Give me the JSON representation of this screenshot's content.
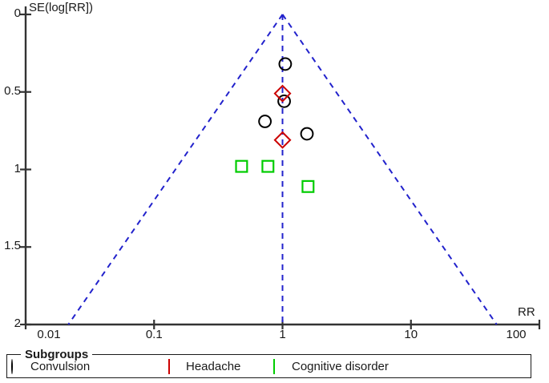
{
  "chart_data": {
    "type": "scatter",
    "title": "",
    "xlabel": "RR",
    "ylabel": "SE(log[RR])",
    "xscale": "log",
    "xlim": [
      0.01,
      100
    ],
    "ylim": [
      0,
      2
    ],
    "y_inverted": true,
    "grid": false,
    "xticks": [
      "0.01",
      "0.1",
      "1",
      "10",
      "100"
    ],
    "xtick_values": [
      0.01,
      0.1,
      1,
      10,
      100
    ],
    "yticks": [
      "0",
      "0.5",
      "1",
      "1.5",
      "2"
    ],
    "ytick_values": [
      0,
      0.5,
      1,
      1.5,
      2
    ],
    "funnel": {
      "center_rr": 1.0,
      "apex_se": 0.0,
      "base_se": 2.0,
      "left_base_rr": 0.0215,
      "right_base_rr": 46.5,
      "line_color": "#2222cc",
      "line_style": "dashed"
    },
    "series": [
      {
        "name": "Convulsion",
        "marker": "circle",
        "color": "#000000",
        "points": [
          {
            "rr": 1.05,
            "se": 0.32
          },
          {
            "rr": 1.03,
            "se": 0.56
          },
          {
            "rr": 0.73,
            "se": 0.69
          },
          {
            "rr": 1.55,
            "se": 0.77
          }
        ]
      },
      {
        "name": "Headache",
        "marker": "diamond",
        "color": "#cc0000",
        "points": [
          {
            "rr": 1.0,
            "se": 0.51
          },
          {
            "rr": 1.0,
            "se": 0.81
          }
        ]
      },
      {
        "name": "Cognitive disorder",
        "marker": "square",
        "color": "#00cc00",
        "points": [
          {
            "rr": 0.48,
            "se": 0.98
          },
          {
            "rr": 0.77,
            "se": 0.98
          },
          {
            "rr": 1.58,
            "se": 1.11
          }
        ]
      }
    ]
  },
  "legend": {
    "title": "Subgroups",
    "entries": [
      {
        "label": "Convulsion",
        "marker": "circle-marker-icon"
      },
      {
        "label": "Headache",
        "marker": "diamond-marker-icon"
      },
      {
        "label": "Cognitive disorder",
        "marker": "square-marker-icon"
      }
    ]
  }
}
